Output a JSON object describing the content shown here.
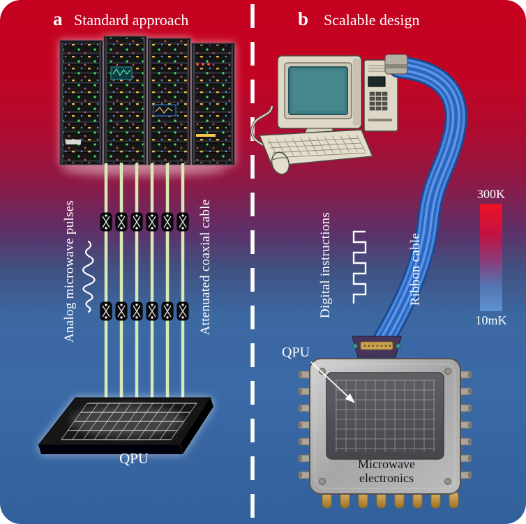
{
  "panel_a": {
    "label": "a",
    "title": "Standard approach",
    "rotated_label_left": "Analog microwave pulses",
    "rotated_label_right": "Attenuated coaxial cable",
    "qpu_label": "QPU"
  },
  "panel_b": {
    "label": "b",
    "title": "Scalable design",
    "rotated_label_left": "Digital instructions",
    "rotated_label_right": "Ribbon cable",
    "qpu_label": "QPU",
    "chip_label": "Microwave electronics"
  },
  "colorbar": {
    "top_label": "300K",
    "bottom_label": "10mK"
  },
  "colors": {
    "background_top": "#c5011f",
    "background_bottom": "#32609b",
    "divider": "#ffffff",
    "coax_cable": "#d6eab2",
    "ribbon_cable_light": "#5e97e6",
    "ribbon_cable_dark": "#1a4a94",
    "colorbar_top": "#ef1325",
    "colorbar_bottom": "#5e93d2"
  }
}
